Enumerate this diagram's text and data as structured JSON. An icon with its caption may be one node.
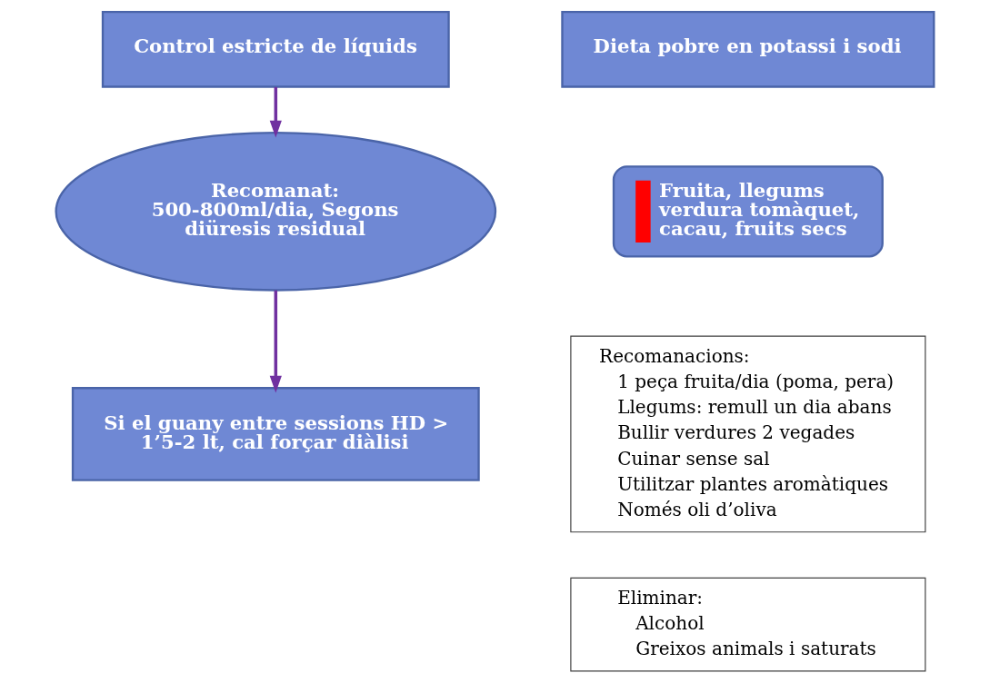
{
  "diagram": {
    "nodes": [
      {
        "text": [
          "Control estricte de líquids"
        ]
      },
      {
        "text": [
          "Recomanat: 500-800ml/dia, Segons diüresis residual"
        ]
      },
      {
        "text": [
          "Si el guany entre sessions HD > 1’5-2 lt, cal forçar diàlisi"
        ]
      },
      {
        "text": [
          "Dieta pobre en potassi i sodi"
        ]
      },
      {
        "text": [
          "Fruita, llegums verdura tomàquet, cacau, fruits secs"
        ]
      },
      {
        "text": [
          "Recomanacions:",
          "1 peça fruita/dia (poma, pera)",
          "Llegums: remull un dia abans",
          "Bullir verdures 2 vegades",
          "Cuinar sense sal",
          "Utilitzar plantes aromàtiques",
          "Només oli d’oliva"
        ]
      },
      {
        "text": [
          "Eliminar:",
          "Alcohol",
          "Greixos animals i saturats"
        ]
      }
    ],
    "edges": [
      {
        "from": 0,
        "to": 1,
        "arrow": "to"
      },
      {
        "from": 1,
        "to": 2,
        "arrow": "to"
      }
    ]
  }
}
